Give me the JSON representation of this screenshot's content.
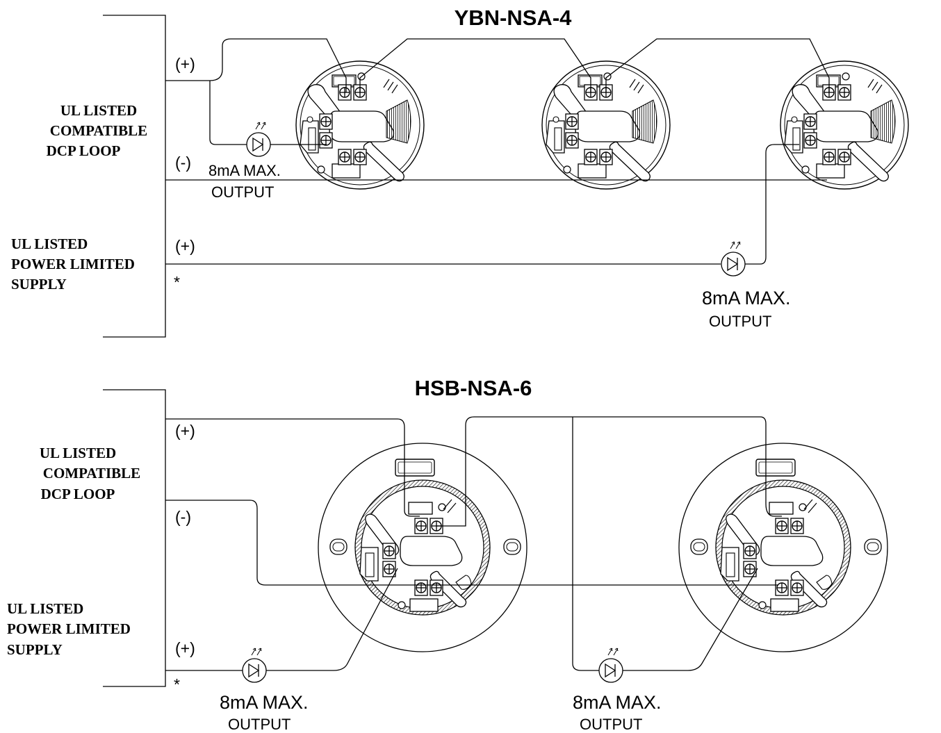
{
  "diagram1": {
    "title": "YBN-NSA-4",
    "loop_label": [
      "UL LISTED",
      "COMPATIBLE",
      "DCP LOOP"
    ],
    "supply_label": [
      "UL LISTED",
      "POWER LIMITED",
      "SUPPLY"
    ],
    "polarity": {
      "loop_pos": "(+)",
      "loop_neg": "(-)",
      "supply_pos": "(+)",
      "asterisk": "*"
    },
    "output_a": {
      "line1": "8mA MAX.",
      "line2": "OUTPUT"
    },
    "output_b": {
      "line1": "8mA MAX.",
      "line2": "OUTPUT"
    }
  },
  "diagram2": {
    "title": "HSB-NSA-6",
    "loop_label": [
      "UL LISTED",
      "COMPATIBLE",
      "DCP LOOP"
    ],
    "supply_label": [
      "UL LISTED",
      "POWER LIMITED",
      "SUPPLY"
    ],
    "polarity": {
      "loop_pos": "(+)",
      "loop_neg": "(-)",
      "supply_pos": "(+)",
      "asterisk": "*"
    },
    "output_a": {
      "line1": "8mA MAX.",
      "line2": "OUTPUT"
    },
    "output_b": {
      "line1": "8mA MAX.",
      "line2": "OUTPUT"
    }
  }
}
